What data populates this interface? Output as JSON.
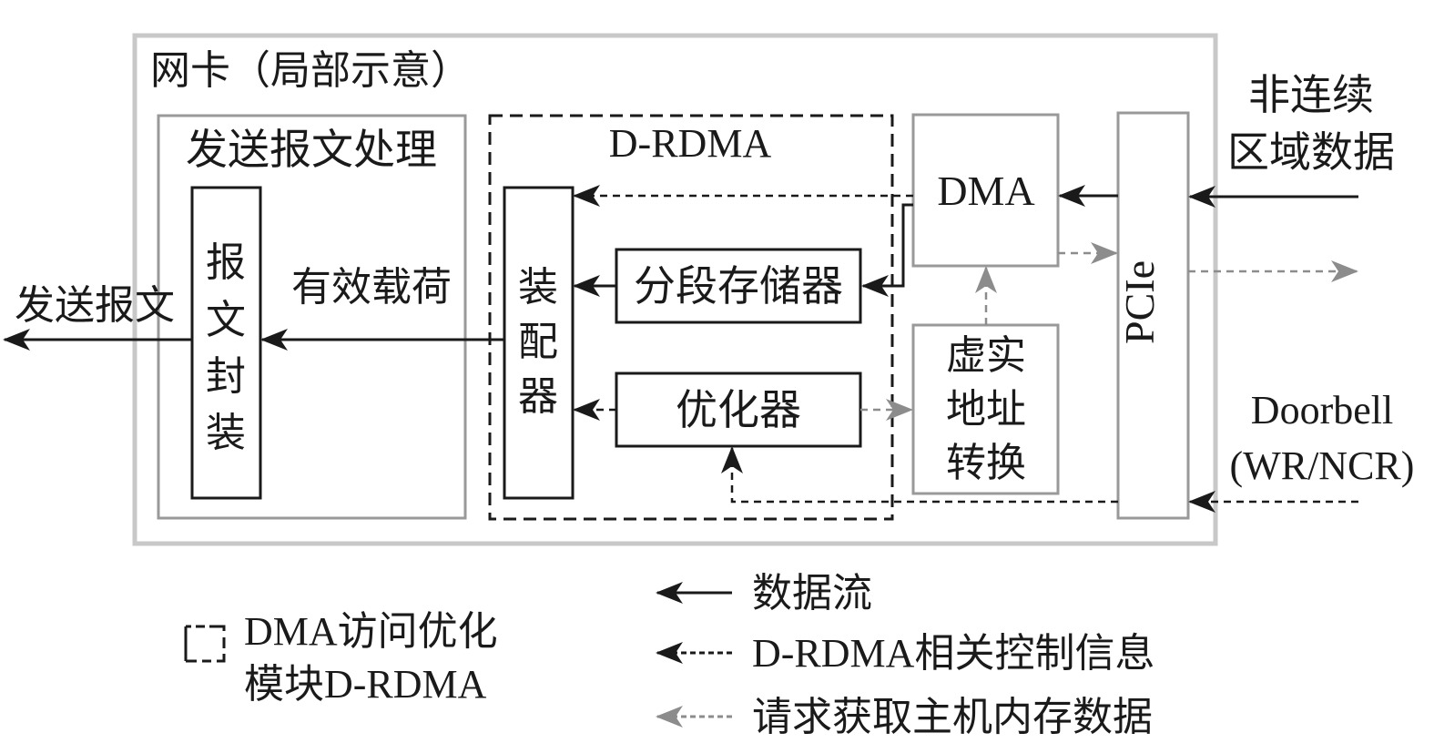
{
  "nic": {
    "title": "网卡（局部示意）"
  },
  "send_processing": {
    "title": "发送报文处理",
    "encapsulation": [
      "报",
      "文",
      "封",
      "装"
    ],
    "payload_label": "有效载荷"
  },
  "d_rdma": {
    "title": "D-RDMA",
    "assembler": [
      "装",
      "配",
      "器"
    ],
    "segment_memory": "分段存储器",
    "optimizer": "优化器"
  },
  "dma": {
    "label": "DMA"
  },
  "address_translation": {
    "lines": [
      "虚实",
      "地址",
      "转换"
    ]
  },
  "pcie": {
    "label": "PCIe"
  },
  "external": {
    "send_packet": "发送报文",
    "noncontiguous_data": [
      "非连续",
      "区域数据"
    ],
    "doorbell": [
      "Doorbell",
      "(WR/NCR)"
    ]
  },
  "legend": {
    "module": [
      "DMA访问优化",
      "模块D-RDMA"
    ],
    "items": [
      {
        "style": "solid",
        "label": "数据流"
      },
      {
        "style": "dashed-black",
        "label": "D-RDMA相关控制信息"
      },
      {
        "style": "dashed-gray",
        "label": "请求获取主机内存数据"
      }
    ]
  },
  "colors": {
    "black": "#1a1a1a",
    "gray_line": "#8c8c8c",
    "gray_box": "#999999",
    "nic_border": "#c8c8c8"
  }
}
